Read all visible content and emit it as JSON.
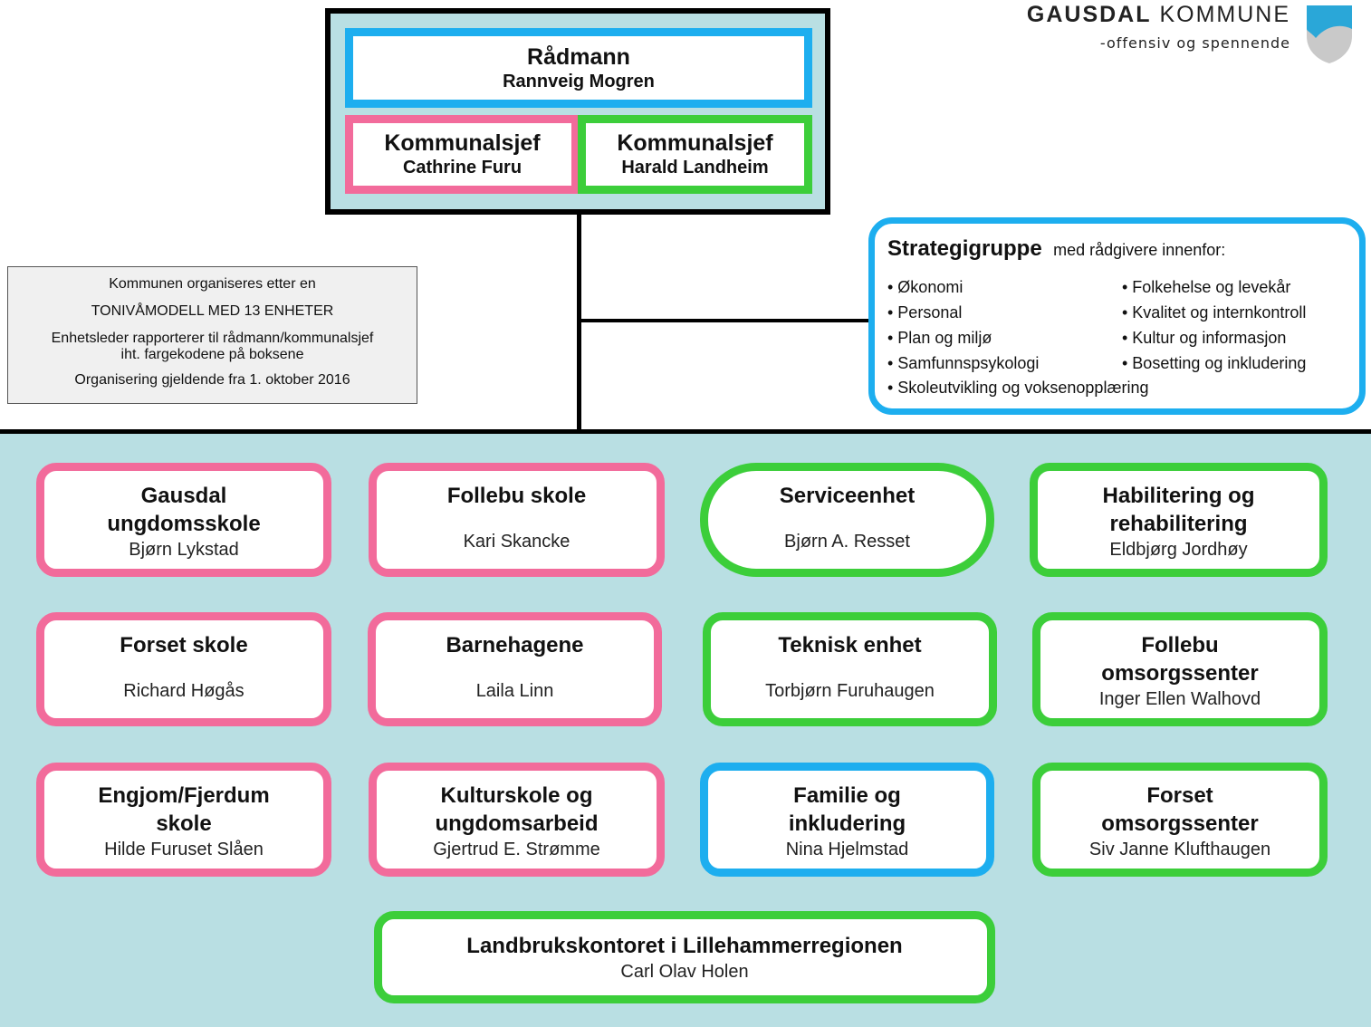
{
  "logo": {
    "name_bold": "GAUSDAL",
    "name_rest": " KOMMUNE",
    "tagline": "-offensiv og spennende",
    "colors": {
      "shield_blue": "#2aa7d8",
      "shield_grey": "#c9c9c9"
    }
  },
  "leadership": {
    "radmann": {
      "title": "Rådmann",
      "name": "Rannveig Mogren"
    },
    "kommunalsjef_1": {
      "title": "Kommunalsjef",
      "name": "Cathrine Furu"
    },
    "kommunalsjef_2": {
      "title": "Kommunalsjef",
      "name": "Harald Landheim"
    }
  },
  "info": {
    "line1": "Kommunen organiseres etter en",
    "line2": "TONIVÅMODELL MED 13 ENHETER",
    "line3a": "Enhetsleder rapporterer til rådmann/kommunalsjef",
    "line3b": "iht. fargekodene på boksene",
    "line4": "Organisering gjeldende fra  1. oktober 2016"
  },
  "strategy": {
    "title": "Strategigruppe",
    "subtitle": "med rådgivere innenfor:",
    "left_items": [
      "• Økonomi",
      "• Personal",
      "• Plan og miljø",
      "• Samfunnspsykologi",
      "• Skoleutvikling og voksenopplæring"
    ],
    "right_items": [
      "• Folkehelse og levekår",
      "• Kvalitet og internkontroll",
      "• Kultur og informasjon",
      "• Bosetting og inkludering"
    ]
  },
  "units": [
    {
      "title": "Gausdal ungdomsskole",
      "title2": "",
      "name": "Bjørn Lykstad",
      "color": "pink"
    },
    {
      "title": "Follebu skole",
      "name": "Kari Skancke",
      "color": "pink"
    },
    {
      "title": "Serviceenhet",
      "name": "Bjørn A. Resset",
      "color": "green"
    },
    {
      "title": "Habilitering og rehabilitering",
      "name": "Eldbjørg Jordhøy",
      "color": "green"
    },
    {
      "title": "Forset skole",
      "name": "Richard Høgås",
      "color": "pink"
    },
    {
      "title": "Barnehagene",
      "name": "Laila Linn",
      "color": "pink"
    },
    {
      "title": "Teknisk enhet",
      "name": "Torbjørn Furuhaugen",
      "color": "green"
    },
    {
      "title": "Follebu omsorgssenter",
      "name": "Inger Ellen Walhovd",
      "color": "green"
    },
    {
      "title": "Engjom/Fjerdum skole",
      "name": "Hilde Furuset Slåen",
      "color": "pink"
    },
    {
      "title": "Kulturskole og ungdomsarbeid",
      "name": "Gjertrud E. Strømme",
      "color": "pink"
    },
    {
      "title": "Familie og inkludering",
      "name": "Nina Hjelmstad",
      "color": "blue"
    },
    {
      "title": "Forset omsorgssenter",
      "name": "Siv Janne Klufthaugen",
      "color": "green"
    },
    {
      "title": "Landbrukskontoret i Lillehammerregionen",
      "name": "Carl Olav Holen",
      "color": "green"
    }
  ],
  "colors": {
    "pink": "#f26b9b",
    "green": "#3cce3a",
    "blue": "#1daeef",
    "background": "#b9dfe3"
  }
}
